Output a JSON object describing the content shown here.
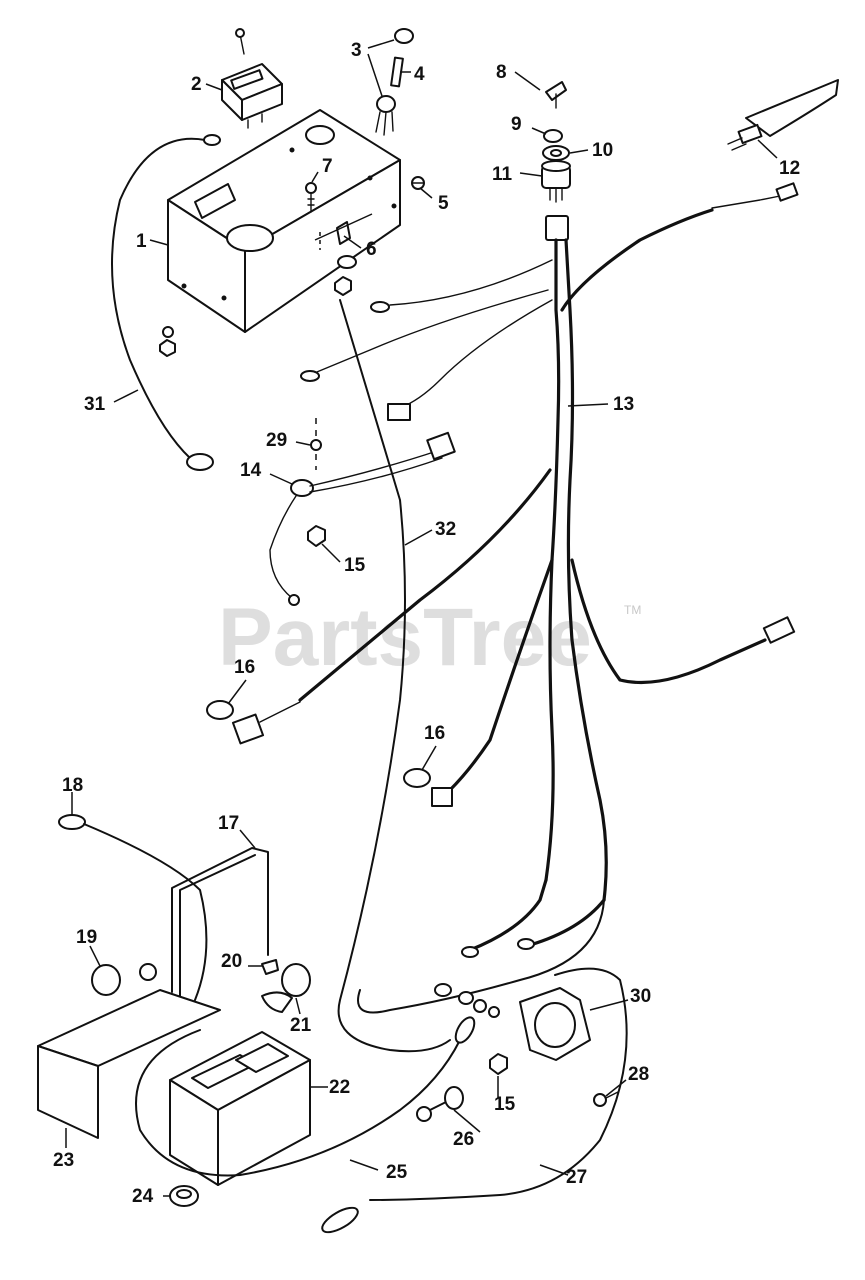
{
  "watermark": {
    "text": "PartsTree",
    "trademark": "TM"
  },
  "callouts": {
    "c1": "1",
    "c2": "2",
    "c3": "3",
    "c4": "4",
    "c5": "5",
    "c6": "6",
    "c7": "7",
    "c8": "8",
    "c9": "9",
    "c10": "10",
    "c11": "11",
    "c12": "12",
    "c13": "13",
    "c14": "14",
    "c15a": "15",
    "c15b": "15",
    "c16a": "16",
    "c16b": "16",
    "c17": "17",
    "c18": "18",
    "c19": "19",
    "c20": "20",
    "c21": "21",
    "c22": "22",
    "c23": "23",
    "c24": "24",
    "c25": "25",
    "c26": "26",
    "c27": "27",
    "c28": "28",
    "c29": "29",
    "c30": "30",
    "c31": "31",
    "c32": "32"
  }
}
